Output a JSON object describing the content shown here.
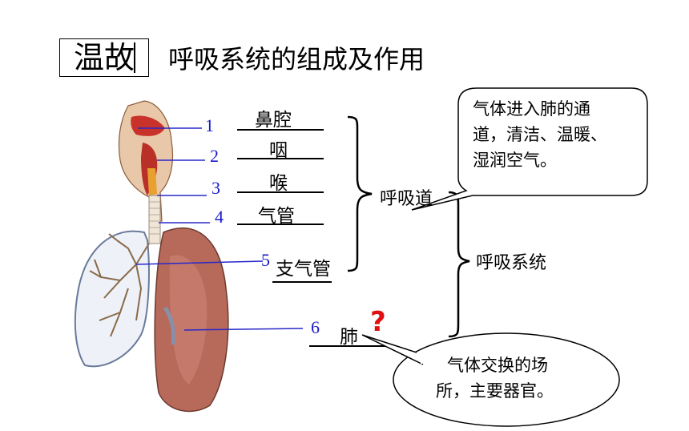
{
  "title": {
    "tag": "温故",
    "text": "呼吸系统的组成及作用"
  },
  "labels": [
    {
      "num": "1",
      "name": "鼻腔"
    },
    {
      "num": "2",
      "name": "咽"
    },
    {
      "num": "3",
      "name": "喉"
    },
    {
      "num": "4",
      "name": "气管"
    },
    {
      "num": "5",
      "name": "支气管"
    },
    {
      "num": "6",
      "name": "肺"
    }
  ],
  "groups": {
    "airway": "呼吸道",
    "system": "呼吸系统"
  },
  "callouts": {
    "airway_function": "气体进入肺的通道，清洁、温暖、湿润空气。",
    "airway_lines": [
      "气体进入肺的通",
      "道，清洁、温暖、",
      "湿润空气。"
    ],
    "lung_lines": [
      "气体交换的场",
      "所，主要器官。"
    ]
  },
  "question_mark": "?",
  "colors": {
    "leader": "#2828c8",
    "number": "#1a1acc",
    "question": "#e01010"
  }
}
